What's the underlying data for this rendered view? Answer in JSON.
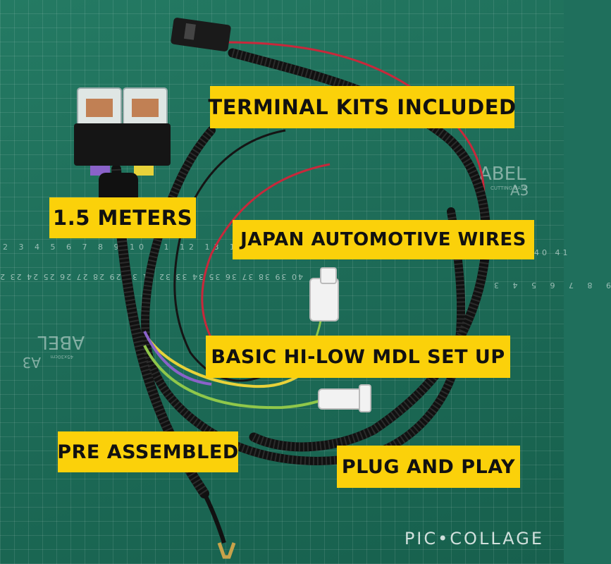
{
  "labels": {
    "terminal_kits": "TERMINAL KITS INCLUDED",
    "length": "1.5 METERS",
    "wires": "JAPAN AUTOMOTIVE WIRES",
    "setup": "BASIC HI-LOW MDL SET UP",
    "pre_assembled": "PRE ASSEMBLED",
    "plug_play": "PLUG AND PLAY"
  },
  "board": {
    "brand": "ABEL",
    "size": "A3",
    "sub": "CUTTING BASE",
    "dims": "45x30cm",
    "ruler_top": "2 3 4 5 6 7 8 9 10 11 12 13 14 15 16 17 18",
    "ruler_right": "40 41",
    "ruler_bottom_left": "40 39 38 37 36 35 34 33 32 31 30 29 28 27 26 25 24 23 22 21 20 19 18 17 16 15 14 13 12 11 10",
    "ruler_bottom_right": "9 8 7 6 5 4 3 2 1"
  },
  "watermark": "PIC•COLLAGE",
  "colors": {
    "label_bg": "#fbd10a",
    "board": "#1f6f5c",
    "wire_red": "#c8283b",
    "wire_yellow": "#e7d23a",
    "wire_green": "#8fc74a",
    "wire_purple": "#8a62c9"
  }
}
